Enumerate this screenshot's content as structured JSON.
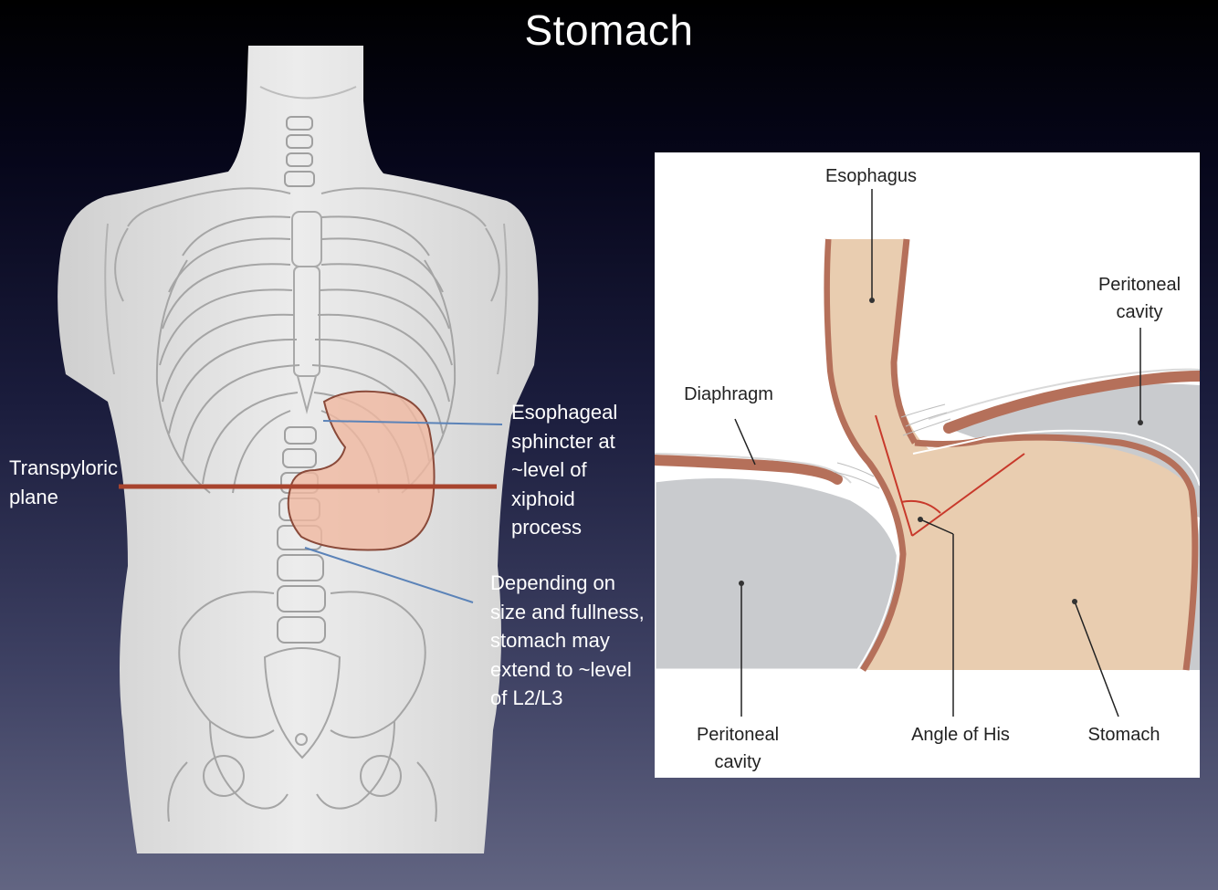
{
  "slide": {
    "title": "Stomach"
  },
  "left_figure": {
    "labels": {
      "transpyloric_plane": "Transpyloric\nplane",
      "esophageal_sphincter": "Esophageal\nsphincter at\n~level of\nxiphoid\nprocess",
      "stomach_extent": "Depending on\nsize and fullness,\nstomach may\nextend to ~level\nof L2/L3"
    },
    "colors": {
      "transpyloric_line": "#a8442e",
      "leader_lines": "#5b83b8",
      "stomach_fill": "#f0b8a0"
    }
  },
  "right_figure": {
    "labels": {
      "esophagus": "Esophagus",
      "peritoneal_cavity_upper": "Peritoneal\ncavity",
      "diaphragm": "Diaphragm",
      "peritoneal_cavity_lower": "Peritoneal\ncavity",
      "angle_of_his": "Angle of His",
      "stomach": "Stomach"
    },
    "colors": {
      "tissue": "#e9cdb0",
      "wall": "#b5705a",
      "cavity": "#c9cbce",
      "angle_marker": "#c8392b"
    }
  }
}
